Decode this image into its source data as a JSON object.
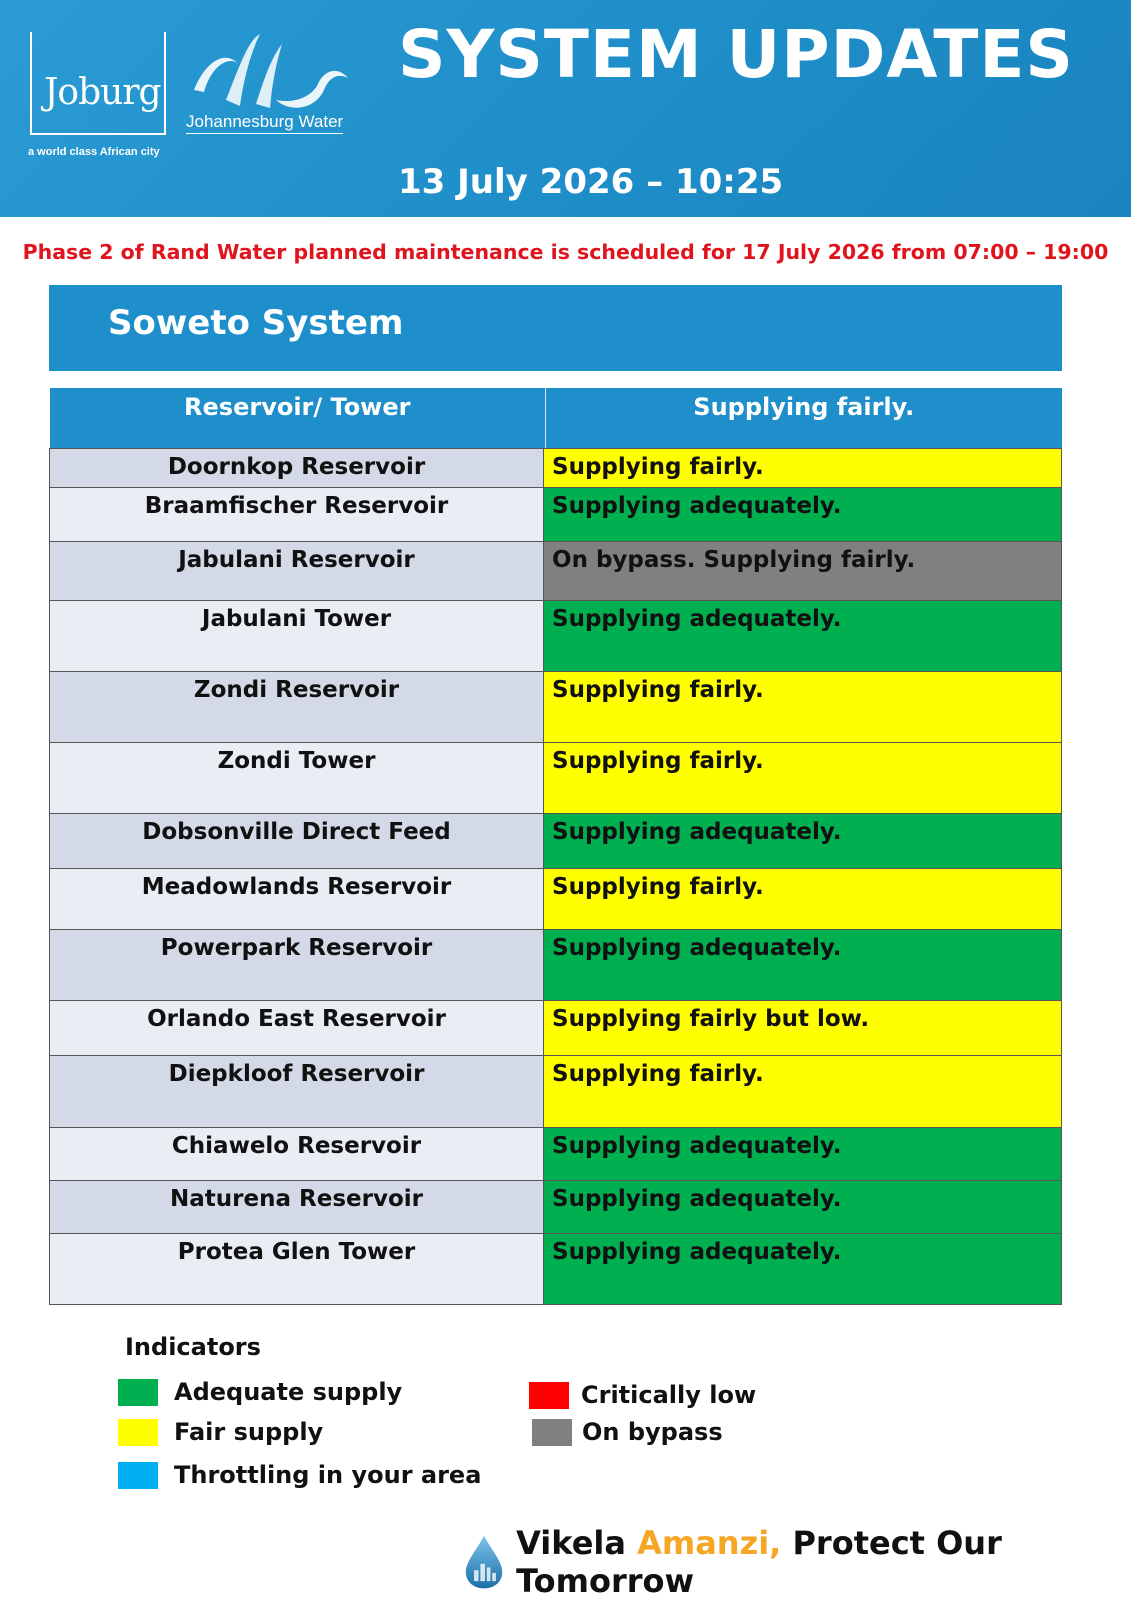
{
  "header": {
    "joburg_logo_text": "Joburg",
    "joburg_tagline": "a world class African city",
    "water_logo_text": "Johannesburg Water",
    "title": "SYSTEM UPDATES",
    "datetime": "13 July 2026 – 10:25"
  },
  "notice": "Phase 2 of Rand Water planned maintenance is scheduled for 17 July 2026 from 07:00 – 19:00",
  "system": {
    "title": "Soweto System"
  },
  "table": {
    "headers": [
      "Reservoir/ Tower",
      "Supplying fairly."
    ],
    "rows": [
      {
        "name": "Doornkop Reservoir",
        "status": "Supplying fairly.",
        "indicator": "fair"
      },
      {
        "name": "Braamfischer Reservoir",
        "status": "Supplying adequately.",
        "indicator": "adequate"
      },
      {
        "name": "Jabulani Reservoir",
        "status": "On bypass. Supplying fairly.",
        "indicator": "bypass"
      },
      {
        "name": "Jabulani Tower",
        "status": "Supplying adequately.",
        "indicator": "adequate"
      },
      {
        "name": "Zondi Reservoir",
        "status": "Supplying fairly.",
        "indicator": "fair"
      },
      {
        "name": "Zondi Tower",
        "status": "Supplying fairly.",
        "indicator": "fair"
      },
      {
        "name": "Dobsonville Direct Feed",
        "status": "Supplying adequately.",
        "indicator": "adequate"
      },
      {
        "name": "Meadowlands Reservoir",
        "status": "Supplying fairly.",
        "indicator": "fair"
      },
      {
        "name": "Powerpark Reservoir",
        "status": "Supplying adequately.",
        "indicator": "adequate"
      },
      {
        "name": "Orlando East Reservoir",
        "status": "Supplying fairly but low.",
        "indicator": "fair"
      },
      {
        "name": "Diepkloof Reservoir",
        "status": "Supplying fairly.",
        "indicator": "fair"
      },
      {
        "name": "Chiawelo Reservoir",
        "status": "Supplying adequately.",
        "indicator": "adequate"
      },
      {
        "name": "Naturena Reservoir",
        "status": "Supplying adequately.",
        "indicator": "adequate"
      },
      {
        "name": "Protea Glen Tower",
        "status": "Supplying adequately.",
        "indicator": "adequate"
      }
    ]
  },
  "indicators": {
    "title": "Indicators",
    "items": [
      {
        "label": "Adequate supply",
        "color": "#00b050"
      },
      {
        "label": "Fair supply",
        "color": "#ffff00"
      },
      {
        "label": "Throttling in your area",
        "color": "#00b0f0"
      },
      {
        "label": "Critically low",
        "color": "#ff0000"
      },
      {
        "label": "On bypass",
        "color": "#808080"
      }
    ]
  },
  "footer": {
    "slogan_part1": "Vikela ",
    "slogan_part2": "Amanzi,",
    "slogan_part3": " Protect Our Tomorrow"
  },
  "colors": {
    "header_blue": "#1e8fca",
    "notice_red": "#e0141c",
    "adequate": "#00b050",
    "fair": "#ffff00",
    "bypass": "#808080",
    "slogan_accent": "#f5a623"
  }
}
